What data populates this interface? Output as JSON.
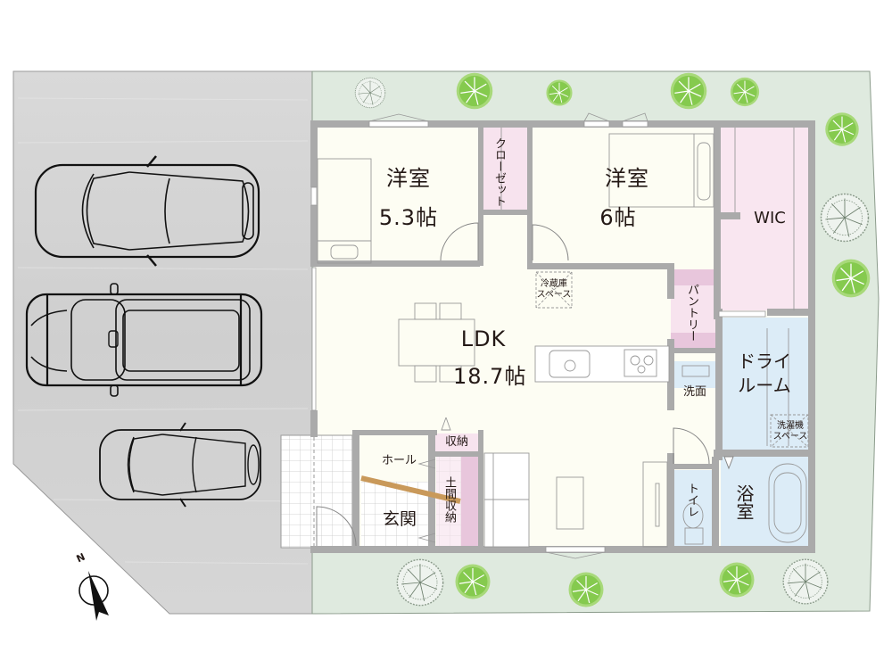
{
  "plan": {
    "colors": {
      "wall": "#aaaaaa",
      "room_floor": "#fdfdf3",
      "closet_pink": "#f7e3ee",
      "storage_pink": "#e8c6dc",
      "wet_blue": "#dcecf7",
      "garden_green": "#dfeadf",
      "parking_gray": "#d4d4d4",
      "tree_green": "#7cc544",
      "tree_dark": "#6d7f6d",
      "genkan_beam": "#c9995a"
    },
    "rooms": {
      "bedroom1": {
        "name": "洋室",
        "size": "5.3帖"
      },
      "closet": {
        "name": "クローゼット"
      },
      "bedroom2": {
        "name": "洋室",
        "size": "6帖"
      },
      "wic": {
        "name": "WIC"
      },
      "ldk": {
        "name": "LDK",
        "size": "18.7帖"
      },
      "fridge": {
        "line1": "冷蔵庫",
        "line2": "スペース"
      },
      "pantry": {
        "name": "パントリー"
      },
      "dry_room": {
        "line1": "ドライ",
        "line2": "ルーム"
      },
      "washer": {
        "line1": "洗濯機",
        "line2": "スペース"
      },
      "washroom": {
        "name": "洗面"
      },
      "toilet": {
        "name": "トイレ"
      },
      "bath": {
        "name": "浴室"
      },
      "hall": {
        "name": "ホール"
      },
      "storage": {
        "name": "収納"
      },
      "doma_storage": {
        "name": "土間収納"
      },
      "entrance": {
        "name": "玄関"
      }
    },
    "compass": {
      "label": "N"
    },
    "parking": {
      "cars": 3
    }
  }
}
